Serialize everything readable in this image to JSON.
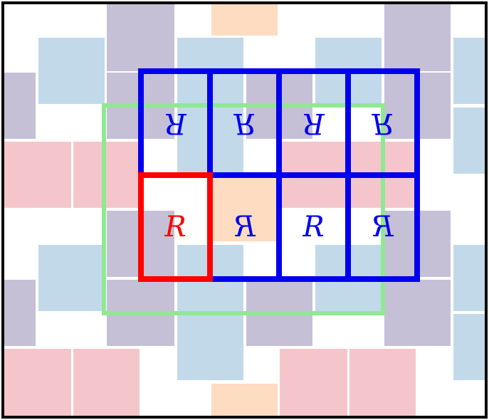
{
  "colors": {
    "purple": "#c5c0d5",
    "blue": "#c2d9e9",
    "pink": "#f4c6cb",
    "peach": "#fddcc1",
    "frame": "#000000",
    "green": "#90e890",
    "grid": "#0000ee",
    "highlight": "#ff0000"
  },
  "cells": [
    {
      "glyph": "R",
      "transform": "rotate-180",
      "color": "grid"
    },
    {
      "glyph": "R",
      "transform": "mirror-vertical",
      "color": "grid"
    },
    {
      "glyph": "R",
      "transform": "rotate-180",
      "color": "grid"
    },
    {
      "glyph": "R",
      "transform": "mirror-vertical",
      "color": "grid"
    },
    {
      "glyph": "R",
      "transform": "identity",
      "color": "highlight"
    },
    {
      "glyph": "R",
      "transform": "mirror-horizontal",
      "color": "grid"
    },
    {
      "glyph": "R",
      "transform": "identity",
      "color": "grid"
    },
    {
      "glyph": "R",
      "transform": "mirror-horizontal",
      "color": "grid"
    }
  ]
}
